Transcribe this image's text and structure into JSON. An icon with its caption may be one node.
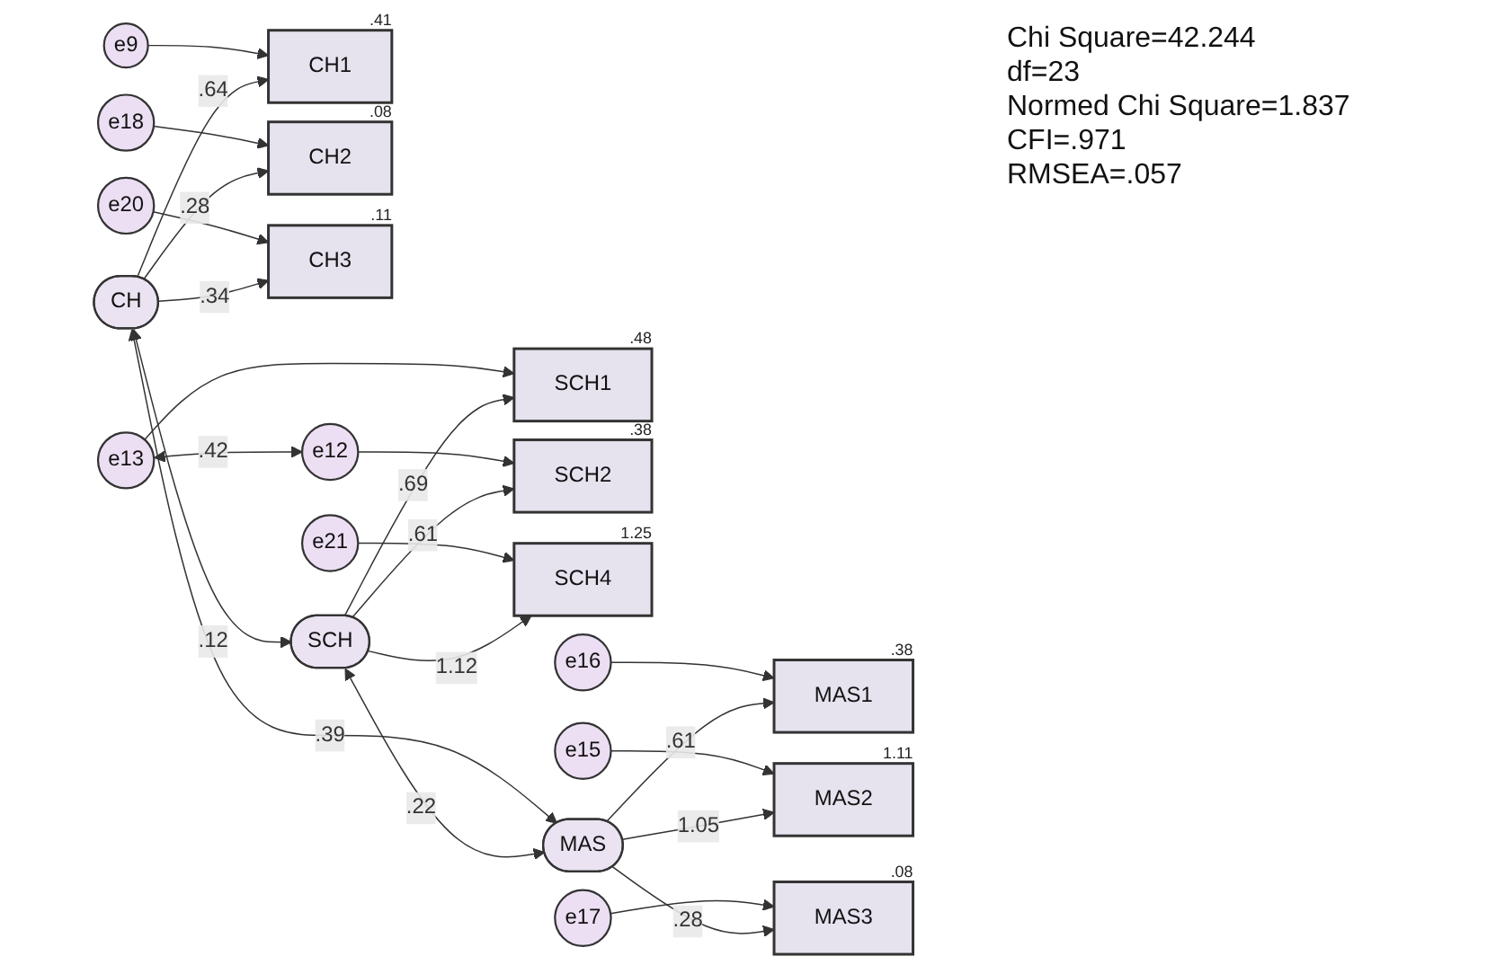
{
  "diagram": {
    "nodes": [
      {
        "text": [
          "e9"
        ]
      },
      {
        "text": [
          "CH1"
        ],
        "beside": [
          ".41"
        ]
      },
      {
        "text": [
          "e18"
        ]
      },
      {
        "text": [
          "CH2"
        ],
        "beside": [
          ".08"
        ]
      },
      {
        "text": [
          "e20"
        ]
      },
      {
        "text": [
          "CH3"
        ],
        "beside": [
          ".11"
        ]
      },
      {
        "text": [
          "CH"
        ]
      },
      {
        "text": [
          "e13"
        ]
      },
      {
        "text": [
          "SCH1"
        ],
        "beside": [
          ".48"
        ]
      },
      {
        "text": [
          "e12"
        ]
      },
      {
        "text": [
          "SCH2"
        ],
        "beside": [
          ".38"
        ]
      },
      {
        "text": [
          "e21"
        ]
      },
      {
        "text": [
          "SCH4"
        ],
        "beside": [
          "1.25"
        ]
      },
      {
        "text": [
          "SCH"
        ]
      },
      {
        "text": [
          "e16"
        ]
      },
      {
        "text": [
          "MAS1"
        ],
        "beside": [
          ".38"
        ]
      },
      {
        "text": [
          "e15"
        ]
      },
      {
        "text": [
          "MAS2"
        ],
        "beside": [
          "1.11"
        ]
      },
      {
        "text": [
          "e17"
        ]
      },
      {
        "text": [
          "MAS3"
        ],
        "beside": [
          ".08"
        ]
      },
      {
        "text": [
          "MAS"
        ]
      }
    ],
    "edges": [
      {
        "from": 0,
        "to": 1,
        "arrow": "to"
      },
      {
        "from": 2,
        "to": 3,
        "arrow": "to"
      },
      {
        "from": 4,
        "to": 5,
        "arrow": "to"
      },
      {
        "from": 6,
        "to": 1,
        "arrow": "to",
        "label": ".64"
      },
      {
        "from": 6,
        "to": 3,
        "arrow": "to",
        "label": ".28"
      },
      {
        "from": 6,
        "to": 5,
        "arrow": "to",
        "label": ".34"
      },
      {
        "from": 7,
        "to": 9,
        "arrow": "both",
        "label": ".42"
      },
      {
        "from": 7,
        "to": 8,
        "arrow": "to"
      },
      {
        "from": 9,
        "to": 10,
        "arrow": "to"
      },
      {
        "from": 11,
        "to": 12,
        "arrow": "to"
      },
      {
        "from": 13,
        "to": 8,
        "arrow": "to",
        "label": ".69"
      },
      {
        "from": 13,
        "to": 10,
        "arrow": "to",
        "label": ".61"
      },
      {
        "from": 13,
        "to": 12,
        "arrow": "to",
        "label": "1.12"
      },
      {
        "from": 6,
        "to": 13,
        "arrow": "both",
        "label": ".12"
      },
      {
        "from": 6,
        "to": 20,
        "arrow": "both",
        "label": ".39"
      },
      {
        "from": 13,
        "to": 20,
        "arrow": "both",
        "label": ".22"
      },
      {
        "from": 14,
        "to": 15,
        "arrow": "to"
      },
      {
        "from": 16,
        "to": 17,
        "arrow": "to"
      },
      {
        "from": 18,
        "to": 19,
        "arrow": "to"
      },
      {
        "from": 20,
        "to": 15,
        "arrow": "to",
        "label": ".61"
      },
      {
        "from": 20,
        "to": 17,
        "arrow": "to",
        "label": "1.05"
      },
      {
        "from": 20,
        "to": 19,
        "arrow": "to",
        "label": ".28"
      }
    ],
    "labels": [
      "Chi Square=42.244",
      "df=23",
      "Normed Chi Square=1.837",
      "CFI=.971",
      "RMSEA=.057"
    ]
  }
}
